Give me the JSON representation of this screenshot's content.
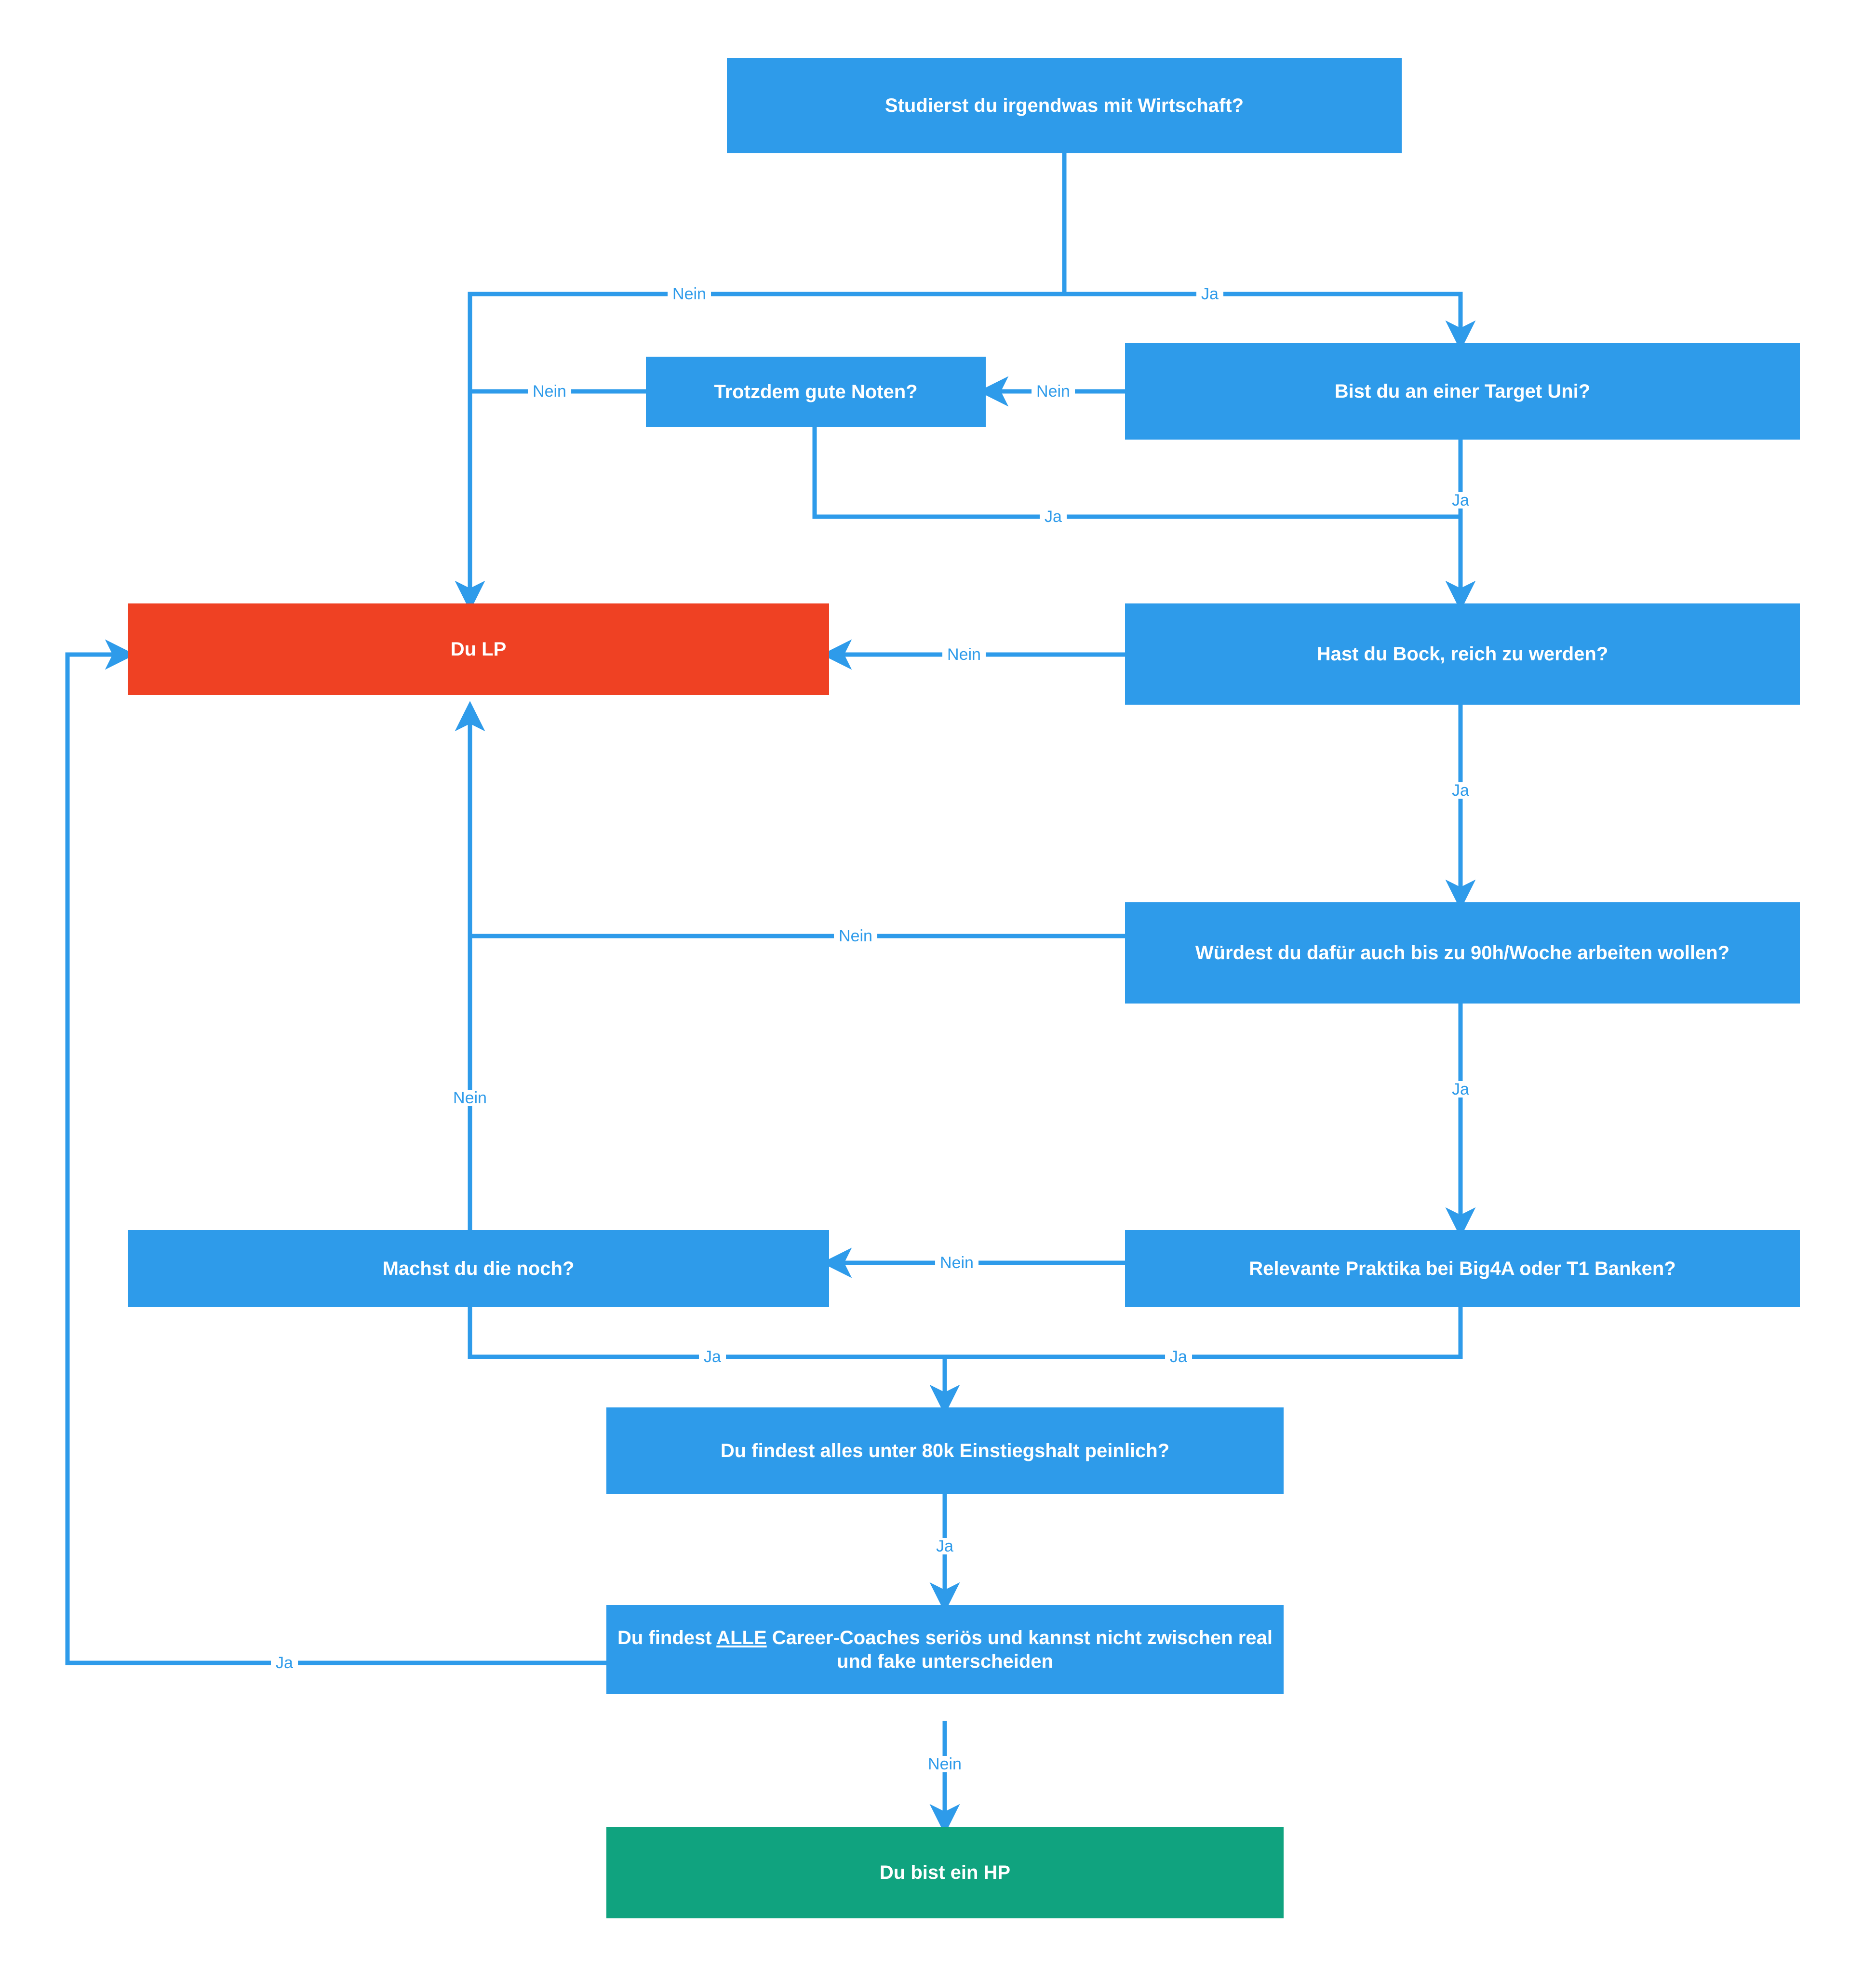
{
  "diagram": {
    "type": "flowchart",
    "title": "Studierst du irgendwas mit Wirtschaft?",
    "background": "#ffffff",
    "colors": {
      "decision": "#2e9bea",
      "fail": "#ef4123",
      "success": "#10a37f",
      "edge": "#2e9bea",
      "node_text": "#ffffff",
      "edge_label_text": "#2e9bea"
    },
    "nodes": [
      {
        "id": "start",
        "label": "Studierst du irgendwas mit Wirtschaft?",
        "kind": "decision"
      },
      {
        "id": "target",
        "label": "Bist du an einer Target Uni?",
        "kind": "decision"
      },
      {
        "id": "noten",
        "label": "Trotzdem gute Noten?",
        "kind": "decision"
      },
      {
        "id": "dulp",
        "label": "Du LP",
        "kind": "fail"
      },
      {
        "id": "bock",
        "label": "Hast du Bock, reich zu werden?",
        "kind": "decision"
      },
      {
        "id": "stunden",
        "label": "Würdest du dafür auch bis zu 90h/Woche arbeiten wollen?",
        "kind": "decision"
      },
      {
        "id": "praktika",
        "label": "Relevante Praktika bei Big4A oder T1 Banken?",
        "kind": "decision"
      },
      {
        "id": "machst",
        "label": "Machst du die noch?",
        "kind": "decision"
      },
      {
        "id": "gehalt",
        "label": "Du findest alles unter 80k Einstiegshalt peinlich?",
        "kind": "decision"
      },
      {
        "id": "coaches",
        "label": "Du findest ALLE Career-Coaches seriös und kannst nicht zwischen real und fake unterscheiden",
        "label_line1_pre": "Du findest ",
        "label_line1_em": "ALLE",
        "label_line1_post": " Career-Coaches seriös und kannst nicht",
        "label_line2": "zwischen real und fake unterscheiden",
        "kind": "decision"
      },
      {
        "id": "hp",
        "label": "Du bist ein HP",
        "kind": "success"
      }
    ],
    "edges": [
      {
        "from": "start",
        "to": "target",
        "label": "Ja"
      },
      {
        "from": "start",
        "to": "dulp",
        "label": "Nein"
      },
      {
        "from": "target",
        "to": "noten",
        "label": "Nein"
      },
      {
        "from": "target",
        "to": "bock",
        "label": "Ja"
      },
      {
        "from": "noten",
        "to": "dulp",
        "label": "Nein"
      },
      {
        "from": "noten",
        "to": "bock",
        "label": "Ja"
      },
      {
        "from": "bock",
        "to": "dulp",
        "label": "Nein"
      },
      {
        "from": "bock",
        "to": "stunden",
        "label": "Ja"
      },
      {
        "from": "stunden",
        "to": "dulp",
        "label": "Nein"
      },
      {
        "from": "stunden",
        "to": "praktika",
        "label": "Ja"
      },
      {
        "from": "praktika",
        "to": "machst",
        "label": "Nein"
      },
      {
        "from": "praktika",
        "to": "gehalt",
        "label": "Ja"
      },
      {
        "from": "machst",
        "to": "dulp",
        "label": "Nein"
      },
      {
        "from": "machst",
        "to": "gehalt",
        "label": "Ja"
      },
      {
        "from": "gehalt",
        "to": "coaches",
        "label": "Ja"
      },
      {
        "from": "coaches",
        "to": "dulp",
        "label": "Ja"
      },
      {
        "from": "coaches",
        "to": "hp",
        "label": "Nein"
      }
    ],
    "edge_labels": {
      "start_nein": "Nein",
      "start_ja": "Ja",
      "target_nein": "Nein",
      "target_ja": "Ja",
      "noten_nein": "Nein",
      "noten_ja": "Ja",
      "bock_nein": "Nein",
      "bock_ja": "Ja",
      "stunden_nein": "Nein",
      "stunden_ja": "Ja",
      "praktika_nein": "Nein",
      "praktika_ja": "Ja",
      "machst_nein": "Nein",
      "machst_ja": "Ja",
      "gehalt_ja": "Ja",
      "coaches_ja": "Ja",
      "coaches_nein": "Nein"
    }
  }
}
